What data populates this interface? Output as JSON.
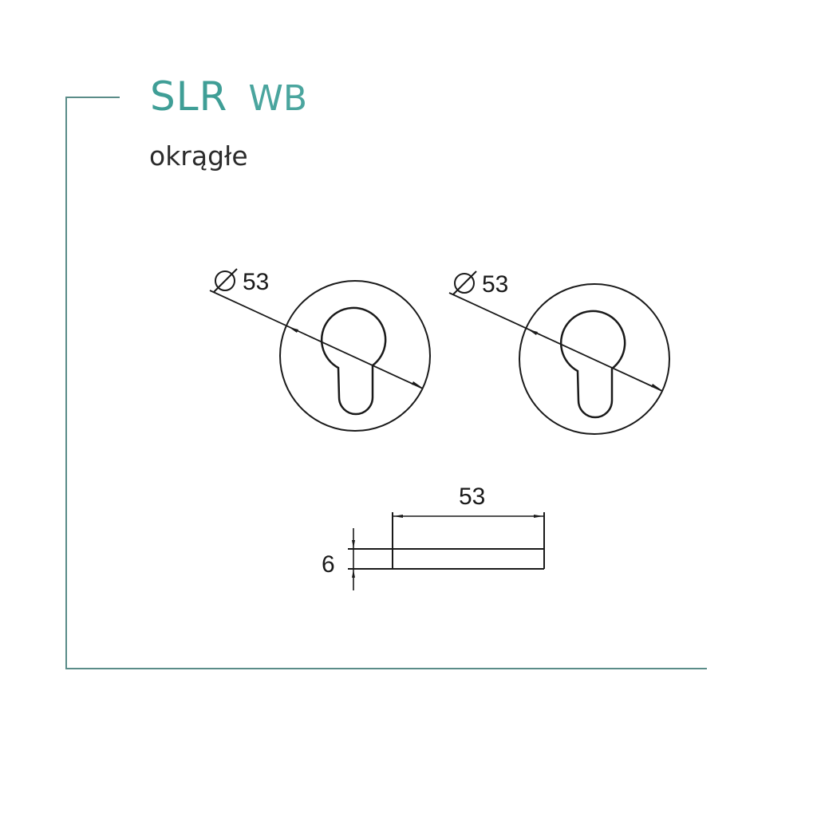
{
  "header": {
    "model": "SLR",
    "variant": "WB",
    "subtitle": "okrągłe"
  },
  "colors": {
    "accent": "#3f9e96",
    "frame": "#5a8c88",
    "line": "#1a1a1a"
  },
  "drawings": {
    "rosette_left": {
      "diameter_label": "∅",
      "diameter_value": "53"
    },
    "rosette_right": {
      "diameter_label": "∅",
      "diameter_value": "53"
    },
    "side_view": {
      "width_value": "53",
      "thickness_value": "6"
    }
  }
}
